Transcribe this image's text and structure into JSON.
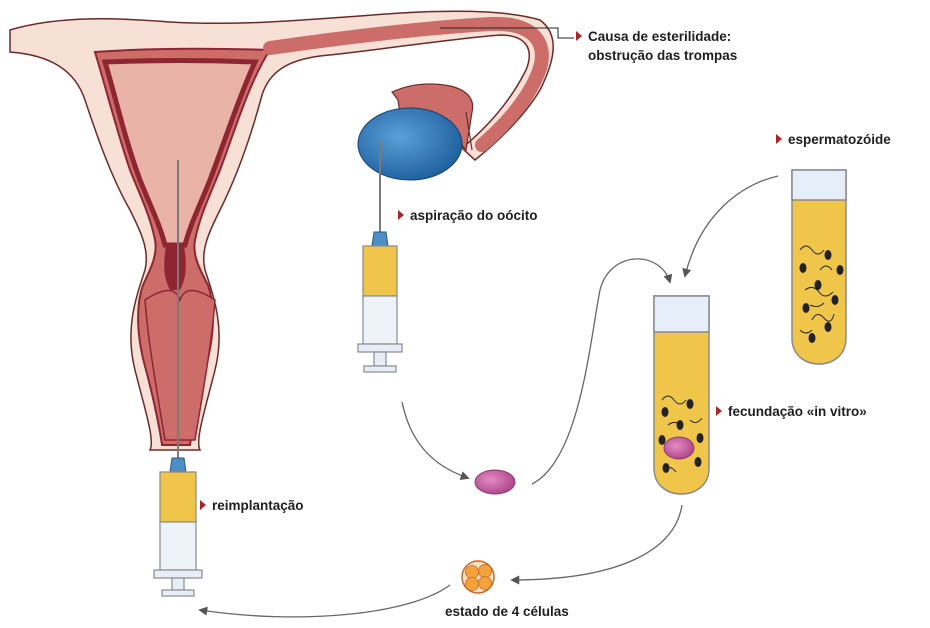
{
  "labels": {
    "cause_line1": "Causa de esterilidade:",
    "cause_line2": "obstrução das trompas",
    "aspiration": "aspiração do oócito",
    "sperm": "espermatozóide",
    "fertilization": "fecundação «in vitro»",
    "reimplantation": "reimplantação",
    "four_cells": "estado de 4 células"
  },
  "colors": {
    "uterus_outer": "#f7e0d6",
    "uterus_inner": "#cc6d6a",
    "uterus_lining": "#8e2632",
    "oocyte_blue": "#2a6fb0",
    "culture_medium": "#f0c64a",
    "egg_magenta": "#c25c9f",
    "cell_orange": "#f3a33a",
    "arrow_gray": "#666666",
    "marker_red": "#a8262a"
  }
}
